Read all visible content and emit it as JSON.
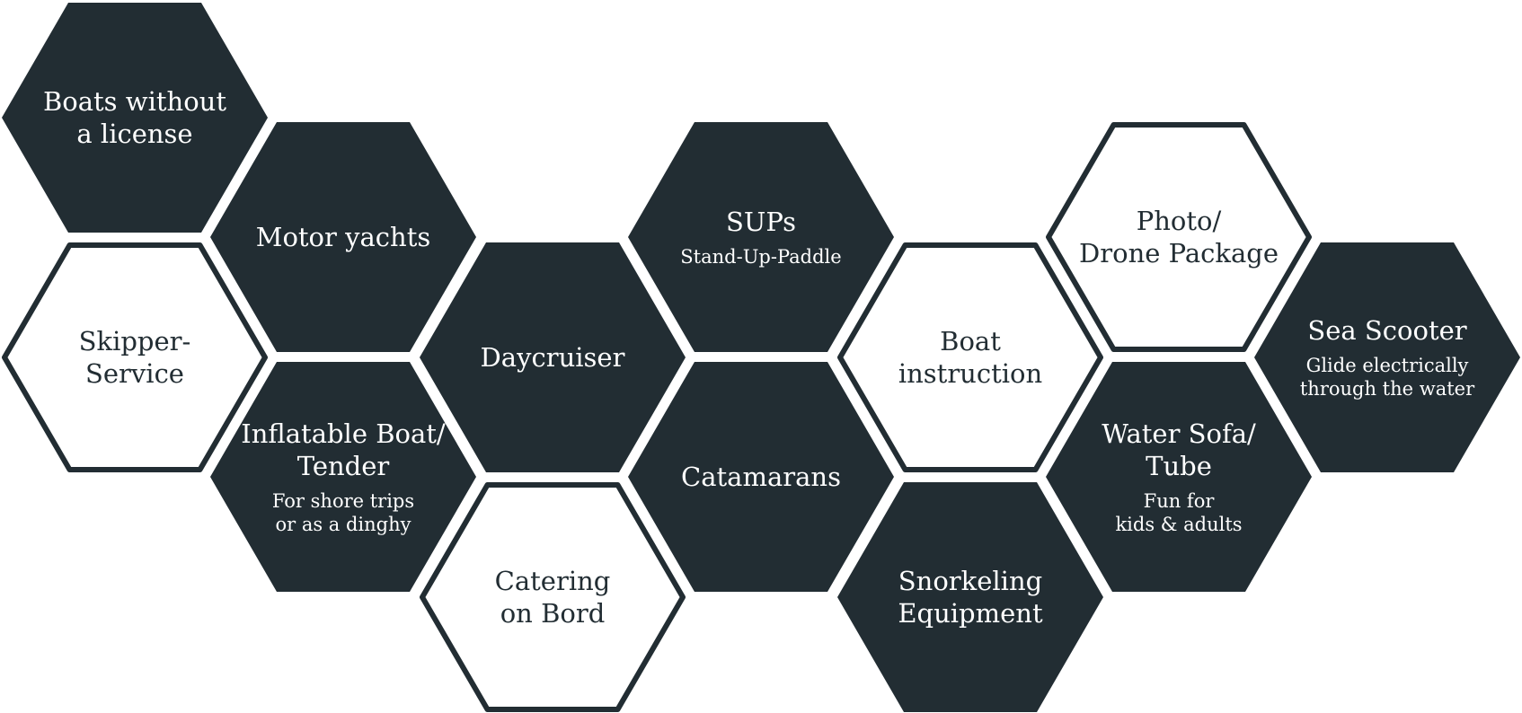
{
  "colors": {
    "dark_fill": "#222d33",
    "light_fill": "#ffffff",
    "outline": "#222d33",
    "background": "#ffffff"
  },
  "hexagons": [
    {
      "id": "boats-without-license",
      "style": "dark",
      "title": [
        "Boats without",
        "a license"
      ],
      "subtitle": []
    },
    {
      "id": "motor-yachts",
      "style": "dark",
      "title": [
        "Motor yachts"
      ],
      "subtitle": []
    },
    {
      "id": "skipper-service",
      "style": "light",
      "title": [
        "Skipper-",
        "Service"
      ],
      "subtitle": []
    },
    {
      "id": "inflatable-boat-tender",
      "style": "dark",
      "title": [
        "Inflatable Boat/",
        "Tender"
      ],
      "subtitle": [
        "For shore trips",
        "or as a dinghy"
      ]
    },
    {
      "id": "daycruiser",
      "style": "dark",
      "title": [
        "Daycruiser"
      ],
      "subtitle": []
    },
    {
      "id": "catering-on-bord",
      "style": "light",
      "title": [
        "Catering",
        "on Bord"
      ],
      "subtitle": []
    },
    {
      "id": "sups",
      "style": "dark",
      "title": [
        "SUPs"
      ],
      "subtitle": [
        "Stand-Up-Paddle"
      ]
    },
    {
      "id": "catamarans",
      "style": "dark",
      "title": [
        "Catamarans"
      ],
      "subtitle": []
    },
    {
      "id": "boat-instruction",
      "style": "light",
      "title": [
        "Boat",
        "instruction"
      ],
      "subtitle": []
    },
    {
      "id": "snorkeling-equipment",
      "style": "dark",
      "title": [
        "Snorkeling",
        "Equipment"
      ],
      "subtitle": []
    },
    {
      "id": "photo-drone-package",
      "style": "light",
      "title": [
        "Photo/",
        "Drone Package"
      ],
      "subtitle": []
    },
    {
      "id": "water-sofa-tube",
      "style": "dark",
      "title": [
        "Water Sofa/",
        "Tube"
      ],
      "subtitle": [
        "Fun for",
        "kids & adults"
      ]
    },
    {
      "id": "sea-scooter",
      "style": "dark",
      "title": [
        "Sea Scooter"
      ],
      "subtitle": [
        "Glide electrically",
        "through the water"
      ]
    }
  ]
}
